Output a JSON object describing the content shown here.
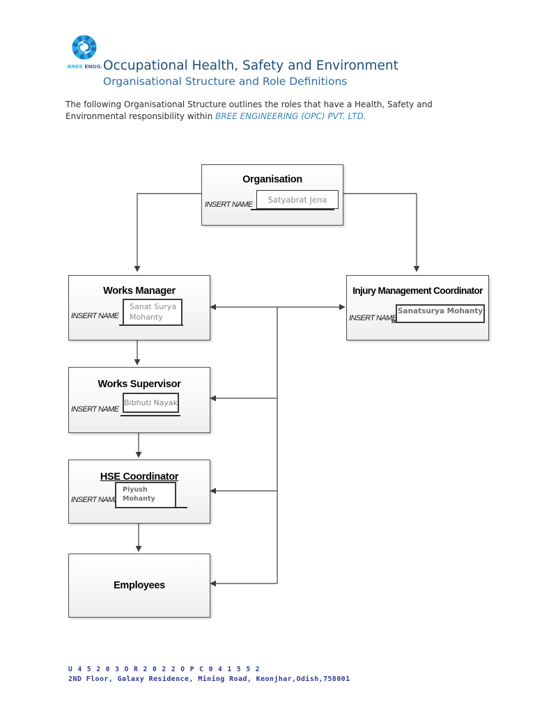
{
  "logo": {
    "brand_part1": "BREE",
    "brand_part2": "ENGG.",
    "cyan": "#29ABE2",
    "blue": "#1B75BB"
  },
  "header": {
    "title": "Occupational Health, Safety and Environment",
    "subtitle": "Organisational Structure and Role Definitions",
    "title_color": "#1F4E79",
    "subtitle_color": "#2E6DA4"
  },
  "intro": {
    "line1": "The following Organisational Structure outlines the roles that have a Health, Safety and",
    "line2_prefix": "Environmental responsibility within ",
    "company": "BREE ENGINEERING (OPC) PVT. LTD.",
    "company_color": "#2E86C1"
  },
  "org_chart": {
    "insert_name_label": "INSERT NAME",
    "nodes": [
      {
        "id": "organisation",
        "title": "Organisation",
        "name": "Satyabrat Jena"
      },
      {
        "id": "works-manager",
        "title": "Works Manager",
        "name": "Sanat Surya Mohanty"
      },
      {
        "id": "injury-management-coordinator",
        "title": "Injury Management Coordinator",
        "name": "Sanatsurya Mohanty"
      },
      {
        "id": "works-supervisor",
        "title": "Works Supervisor",
        "name": "Bibhuti Nayak"
      },
      {
        "id": "hse-coordinator",
        "title": "HSE Coordinator",
        "name": "Piyush Mohanty"
      },
      {
        "id": "employees",
        "title": "Employees"
      }
    ],
    "connections": [
      {
        "from": "Organisation",
        "to": "Works Manager",
        "type": "arrow"
      },
      {
        "from": "Organisation",
        "to": "Injury Management Coordinator",
        "type": "arrow"
      },
      {
        "from": "Works Manager",
        "to": "Injury Management Coordinator",
        "type": "double-arrow"
      },
      {
        "from": "Works Manager",
        "to": "Works Supervisor",
        "type": "arrow"
      },
      {
        "from": "Works Supervisor",
        "to": "HSE Coordinator",
        "type": "arrow"
      },
      {
        "from": "HSE Coordinator",
        "to": "Employees",
        "type": "arrow"
      },
      {
        "from": "trunk",
        "to": "Works Supervisor",
        "type": "arrow"
      },
      {
        "from": "trunk",
        "to": "HSE Coordinator",
        "type": "arrow"
      },
      {
        "from": "trunk",
        "to": "Employees",
        "type": "arrow"
      }
    ]
  },
  "footer": {
    "cin": "U 4 5 2 0 3 O R 2 0 2 2 O P C 0 4 1 5 5 2",
    "address": "2ND Floor, Galaxy Residence, Mining Road, Keonjhar,Odish,758001",
    "text_color": "#2B3990"
  }
}
